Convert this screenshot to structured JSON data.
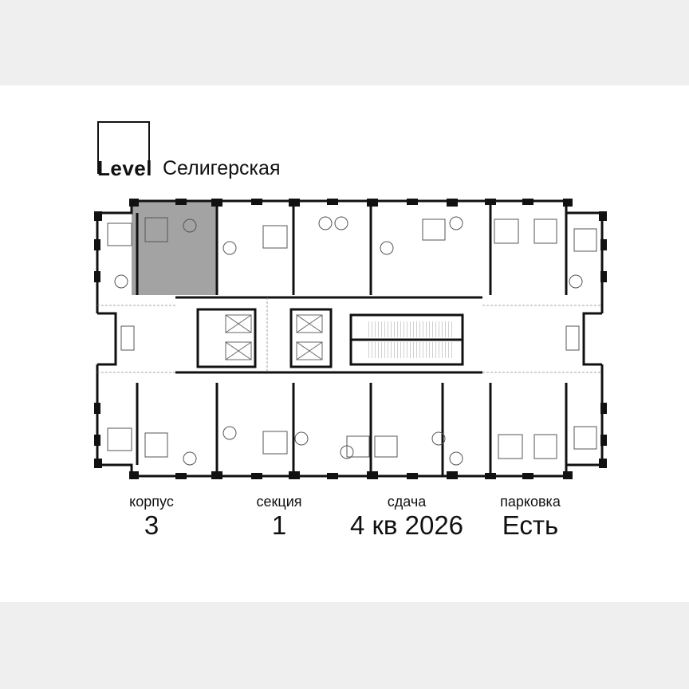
{
  "brand": {
    "logo_word": "Level",
    "project_name": "Селигерская"
  },
  "floor_plan": {
    "highlighted_unit": "one-bedroom apartment, top-left section",
    "highlight_color": "#a3a3a3",
    "wall_color": "#111111"
  },
  "info": [
    {
      "label": "корпус",
      "value": "3"
    },
    {
      "label": "секция",
      "value": "1"
    },
    {
      "label": "сдача",
      "value": "4 кв 2026"
    },
    {
      "label": "парковка",
      "value": "Есть"
    }
  ]
}
